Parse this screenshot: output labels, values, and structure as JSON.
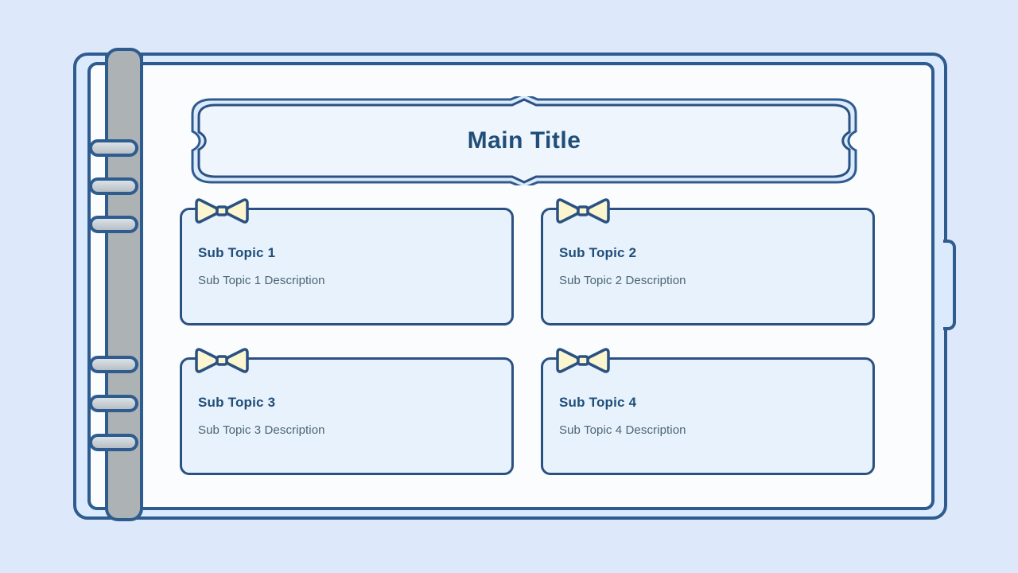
{
  "theme": {
    "page_background": "#dde9fb",
    "binder_cover_fill": "#dbeafc",
    "binder_page_fill": "#fafcfd",
    "outline_blue": "#2f5c8f",
    "card_fill": "#e8f2fc",
    "card_border": "#2a5182",
    "title_text_color": "#1f4e79",
    "description_text_color": "#4a6572",
    "ribbon_fill": "#fbf6cf",
    "ribbon_outline": "#2a5182",
    "spine_metal": "#adb2b5"
  },
  "binder": {
    "name": "ring-binder-frame",
    "ring_count": 6,
    "ring_y_positions": [
      175,
      223,
      271,
      447,
      496,
      545
    ],
    "bookmark_tab_label": ""
  },
  "header": {
    "title": "Main Title"
  },
  "cards": [
    {
      "id": "sub-topic-1",
      "title": "Sub Topic 1",
      "description": "Sub Topic 1 Description",
      "ribbon": "bow-ribbon-icon"
    },
    {
      "id": "sub-topic-2",
      "title": "Sub Topic 2",
      "description": "Sub Topic 2 Description",
      "ribbon": "bow-ribbon-icon"
    },
    {
      "id": "sub-topic-3",
      "title": "Sub Topic 3",
      "description": "Sub Topic 3 Description",
      "ribbon": "bow-ribbon-icon"
    },
    {
      "id": "sub-topic-4",
      "title": "Sub Topic 4",
      "description": "Sub Topic 4 Description",
      "ribbon": "bow-ribbon-icon"
    }
  ]
}
